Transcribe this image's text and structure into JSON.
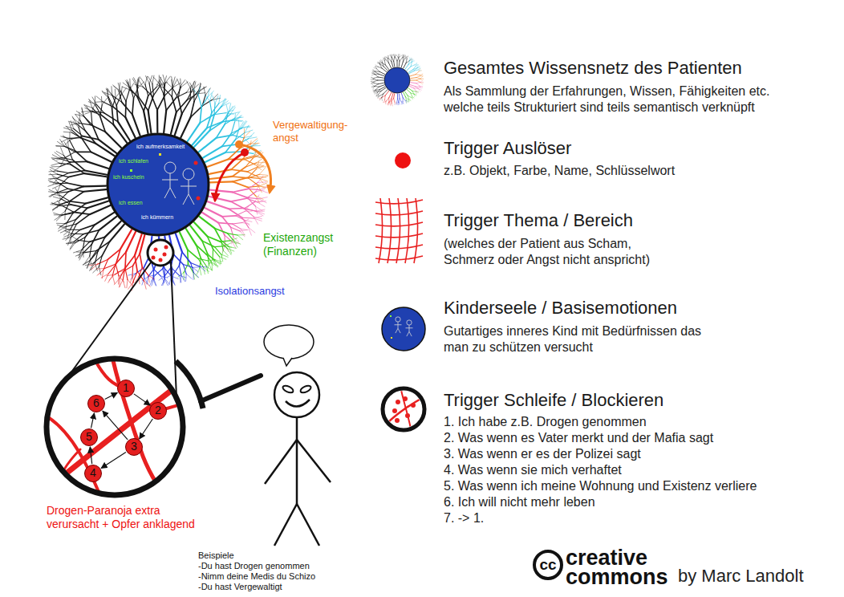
{
  "diagram": {
    "nodes": [
      {
        "text": [
          "ich aufmerksamkeit",
          "ich schlafen",
          "ich kuscheln",
          "ich essen",
          "ich kümmern"
        ]
      },
      {
        "text": [
          "1"
        ]
      },
      {
        "text": [
          "2"
        ]
      },
      {
        "text": [
          "3"
        ]
      },
      {
        "text": [
          "4"
        ]
      },
      {
        "text": [
          "5"
        ]
      },
      {
        "text": [
          "6"
        ]
      }
    ],
    "edges": [
      {
        "from": 1,
        "to": 2,
        "arrow": "to"
      },
      {
        "from": 2,
        "to": 3,
        "arrow": "to"
      },
      {
        "from": 3,
        "to": 4,
        "arrow": "to"
      },
      {
        "from": 4,
        "to": 5,
        "arrow": "to"
      },
      {
        "from": 5,
        "to": 6,
        "arrow": "to"
      },
      {
        "from": 6,
        "to": 1,
        "arrow": "to"
      },
      {
        "from": 3,
        "to": 6,
        "arrow": "to"
      }
    ],
    "labels": [
      "Vergewaltigung- angst",
      "Existenzangst (Finanzen)",
      "Isolationsangst",
      "Drogen-Paranoja extra verursacht + Opfer anklagend",
      "Beispiele",
      "-Du hast Drogen genommen",
      "-Nimm deine Medis du Schizo",
      "-Du hast Vergewaltigt",
      "Als Sammlung der Erfahrungen, Wissen, Fähigkeiten etc. welche teils Strukturiert sind teils semantisch verknüpft",
      "z.B. Objekt, Farbe, Name, Schlüsselwort",
      "(welches der Patient aus Scham, Schmerz oder Angst nicht anspricht)",
      "Gutartiges inneres Kind mit Bedürfnissen das man zu schützen versucht",
      "1. Ich habe z.B. Drogen genommen",
      "2. Was wenn es Vater merkt und der Mafia sagt",
      "3. Was wenn er es der Polizei sagt",
      "4. Was wenn sie mich verhaftet",
      "5. Was wenn ich meine Wohnung und Existenz verliere",
      "6. Ich will nicht mehr leben",
      "7. -> 1.",
      "cc",
      "creative commons",
      "by Marc Landolt"
    ],
    "legend": [
      {
        "text": "Gesamtes Wissensnetz des Patienten"
      },
      {
        "text": "Trigger Auslöser",
        "color": "#ee1111"
      },
      {
        "text": "Trigger Thema / Bereich"
      },
      {
        "text": "Kinderseele / Basisemotionen"
      },
      {
        "text": "Trigger Schleife / Blockieren"
      }
    ]
  }
}
